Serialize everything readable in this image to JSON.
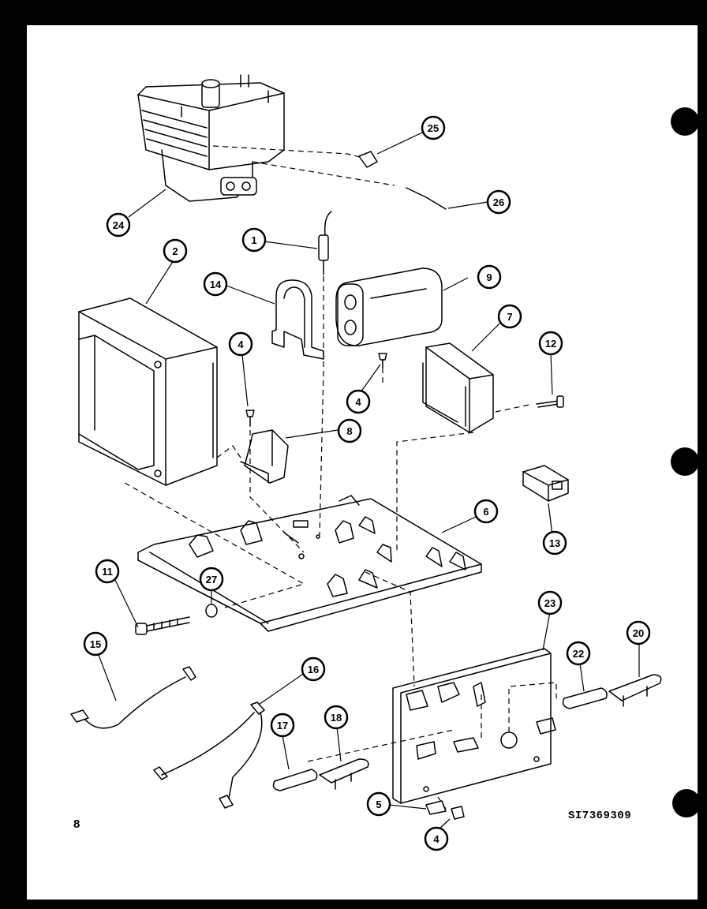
{
  "page": {
    "page_number": "8",
    "drawing_id": "SI7369309"
  },
  "callouts": [
    {
      "id": "c1",
      "label": "1"
    },
    {
      "id": "c2",
      "label": "2"
    },
    {
      "id": "c4a",
      "label": "4"
    },
    {
      "id": "c4b",
      "label": "4"
    },
    {
      "id": "c4c",
      "label": "4"
    },
    {
      "id": "c5",
      "label": "5"
    },
    {
      "id": "c6",
      "label": "6"
    },
    {
      "id": "c7",
      "label": "7"
    },
    {
      "id": "c8",
      "label": "8"
    },
    {
      "id": "c9",
      "label": "9"
    },
    {
      "id": "c11",
      "label": "11"
    },
    {
      "id": "c12",
      "label": "12"
    },
    {
      "id": "c13",
      "label": "13"
    },
    {
      "id": "c14",
      "label": "14"
    },
    {
      "id": "c15",
      "label": "15"
    },
    {
      "id": "c16",
      "label": "16"
    },
    {
      "id": "c17",
      "label": "17"
    },
    {
      "id": "c18",
      "label": "18"
    },
    {
      "id": "c20",
      "label": "20"
    },
    {
      "id": "c22",
      "label": "22"
    },
    {
      "id": "c23",
      "label": "23"
    },
    {
      "id": "c24",
      "label": "24"
    },
    {
      "id": "c25",
      "label": "25"
    },
    {
      "id": "c26",
      "label": "26"
    },
    {
      "id": "c27",
      "label": "27"
    }
  ],
  "colors": {
    "ink": "#000000",
    "paper": "#ffffff",
    "background": "#000000"
  }
}
